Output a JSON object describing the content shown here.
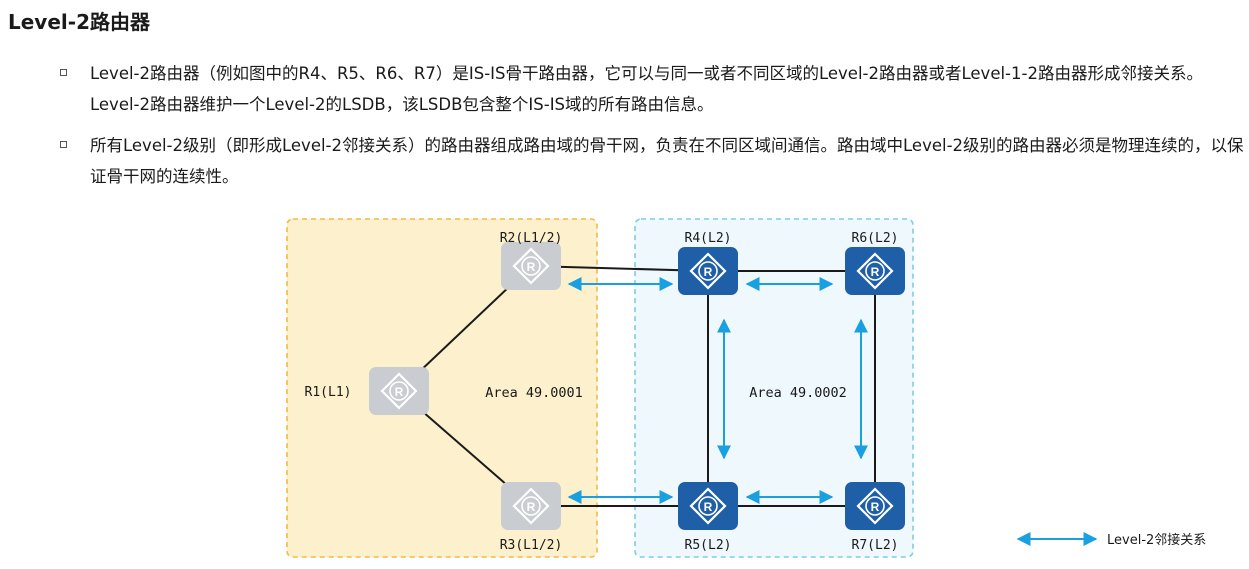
{
  "heading": "Level-2路由器",
  "bullets": [
    "Level-2路由器（例如图中的R4、R5、R6、R7）是IS-IS骨干路由器，它可以与同一或者不同区域的Level-2路由器或者Level-1-2路由器形成邻接关系。Level-2路由器维护一个Level-2的LSDB，该LSDB包含整个IS-IS域的所有路由信息。",
    "所有Level-2级别（即形成Level-2邻接关系）的路由器组成路由域的骨干网，负责在不同区域间通信。路由域中Level-2级别的路由器必须是物理连续的，以保证骨干网的连续性。"
  ],
  "diagram": {
    "areas": [
      {
        "name": "Area 49.0001",
        "fill": "#fdf0cc",
        "border": "#f5b942"
      },
      {
        "name": "Area 49.0002",
        "fill": "#eef8fd",
        "border": "#7ecbea"
      }
    ],
    "routers": [
      {
        "id": "R1",
        "label": "R1(L1)",
        "kind": "grey"
      },
      {
        "id": "R2",
        "label": "R2(L1/2)",
        "kind": "grey"
      },
      {
        "id": "R3",
        "label": "R3(L1/2)",
        "kind": "grey"
      },
      {
        "id": "R4",
        "label": "R4(L2)",
        "kind": "blue"
      },
      {
        "id": "R5",
        "label": "R5(L2)",
        "kind": "blue"
      },
      {
        "id": "R6",
        "label": "R6(L2)",
        "kind": "blue"
      },
      {
        "id": "R7",
        "label": "R7(L2)",
        "kind": "blue"
      }
    ],
    "router_icon_glyph": "R",
    "links": [
      {
        "from": "R1",
        "to": "R2"
      },
      {
        "from": "R1",
        "to": "R3"
      },
      {
        "from": "R2",
        "to": "R4"
      },
      {
        "from": "R3",
        "to": "R5"
      },
      {
        "from": "R4",
        "to": "R6"
      },
      {
        "from": "R5",
        "to": "R7"
      },
      {
        "from": "R4",
        "to": "R5"
      },
      {
        "from": "R6",
        "to": "R7"
      }
    ],
    "adjacencies": [
      {
        "from": "R2",
        "to": "R4"
      },
      {
        "from": "R3",
        "to": "R5"
      },
      {
        "from": "R4",
        "to": "R6"
      },
      {
        "from": "R5",
        "to": "R7"
      },
      {
        "from": "R4",
        "to": "R5"
      },
      {
        "from": "R6",
        "to": "R7"
      }
    ],
    "legend": {
      "label": "Level-2邻接关系",
      "color": "#1a9fe0"
    },
    "colors": {
      "grey_router": "#c9ccd0",
      "blue_router": "#1f5fa8",
      "link": "#1a1a1a",
      "arrow": "#1a9fe0"
    }
  }
}
